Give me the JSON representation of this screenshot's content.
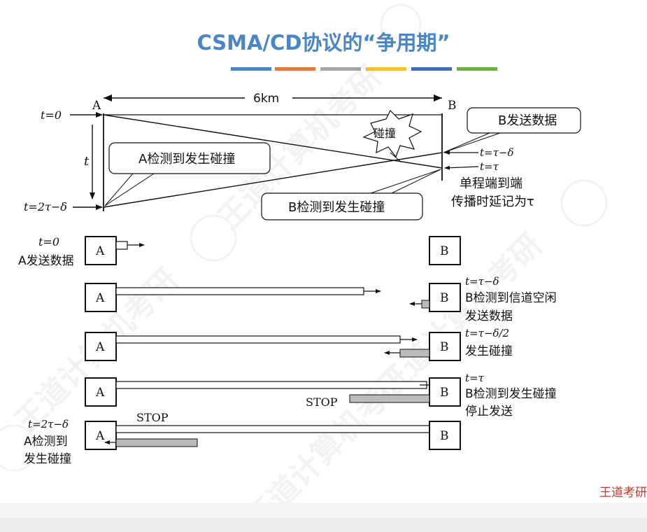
{
  "title": "CSMA/CD协议的“争用期”",
  "accent_bars": [
    "#4a86c5",
    "#e07b39",
    "#a5a5a5",
    "#f2c12e",
    "#3f6cb5",
    "#70ad47"
  ],
  "top_diagram": {
    "label_A": "A",
    "label_B": "B",
    "distance": "6km",
    "t0": "t=0",
    "t_axis": "t",
    "t_2tau_minus_delta": "t=2τ−δ",
    "collision": "碰撞",
    "b_sends": "B发送数据",
    "a_detects": "A检测到发生碰撞",
    "b_detects": "B检测到发生碰撞",
    "t_tau_minus_delta": "t=τ−δ",
    "t_tau": "t=τ",
    "delay_line1": "单程端到端",
    "delay_line2": "传播时延记为τ"
  },
  "rows": [
    {
      "left_lines": [
        "t=0",
        "A发送数据"
      ],
      "right_lines": [],
      "stop_a": "",
      "stop_b": ""
    },
    {
      "left_lines": [],
      "right_lines": [
        "t=τ−δ",
        "B检测到信道空闲",
        "发送数据"
      ],
      "stop_a": "",
      "stop_b": ""
    },
    {
      "left_lines": [],
      "right_lines": [
        "t=τ−δ/2",
        "发生碰撞"
      ],
      "stop_a": "",
      "stop_b": ""
    },
    {
      "left_lines": [],
      "right_lines": [
        "t=τ",
        "B检测到发生碰撞",
        "停止发送"
      ],
      "stop_a": "",
      "stop_b": "STOP"
    },
    {
      "left_lines": [
        "t=2τ−δ",
        "A检测到",
        "发生碰撞"
      ],
      "right_lines": [],
      "stop_a": "STOP",
      "stop_b": ""
    }
  ],
  "box_labels": {
    "a": "A",
    "b": "B"
  },
  "watermark": "王道计算机考研",
  "footer": "王道考研"
}
